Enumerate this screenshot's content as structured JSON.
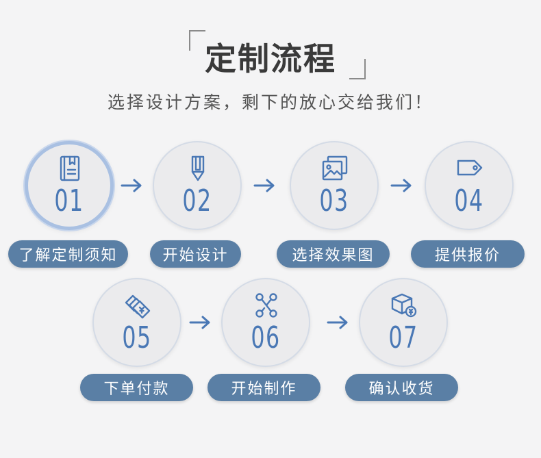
{
  "header": {
    "title": "定制流程",
    "subtitle": "选择设计方案，剩下的放心交给我们！"
  },
  "colors": {
    "accent": "#4a78b5",
    "pill": "#5a7fa5",
    "text_dark": "#3a3a3a"
  },
  "steps": [
    {
      "number": "01",
      "label": "了解定制须知",
      "icon": "notebook-icon"
    },
    {
      "number": "02",
      "label": "开始设计",
      "icon": "pencil-icon"
    },
    {
      "number": "03",
      "label": "选择效果图",
      "icon": "image-gallery-icon"
    },
    {
      "number": "04",
      "label": "提供报价",
      "icon": "price-tag-icon"
    },
    {
      "number": "05",
      "label": "下单付款",
      "icon": "payment-cards-icon"
    },
    {
      "number": "06",
      "label": "开始制作",
      "icon": "production-nodes-icon"
    },
    {
      "number": "07",
      "label": "确认收货",
      "icon": "package-icon"
    }
  ]
}
